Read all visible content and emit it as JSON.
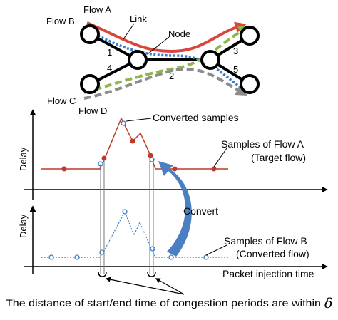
{
  "network": {
    "flow_a": "Flow A",
    "flow_b": "Flow B",
    "flow_c": "Flow C",
    "flow_d": "Flow D",
    "link": "Link",
    "node": "Node",
    "link_numbers": [
      "1",
      "2",
      "3",
      "4",
      "5"
    ]
  },
  "plots": {
    "y_label": "Delay",
    "converted_samples": "Converted samples",
    "samples_a_line1": "Samples of Flow A",
    "samples_a_line2": "(Target flow)",
    "convert": "Convert",
    "samples_b_line1": "Samples of Flow B",
    "samples_b_line2": "(Converted flow)",
    "x_label": "Packet injection time"
  },
  "caption": {
    "text": "The distance of start/end time of congestion periods are within",
    "symbol": "δ"
  },
  "colors": {
    "flow_a": "#d9463e",
    "flow_b": "#3a7cc9",
    "flow_c": "#8cb84a",
    "flow_d": "#8c8c8c",
    "convert_arrow": "#4a7fc1",
    "target_series": "#c0392b",
    "converted_series": "#3a7cc9"
  }
}
